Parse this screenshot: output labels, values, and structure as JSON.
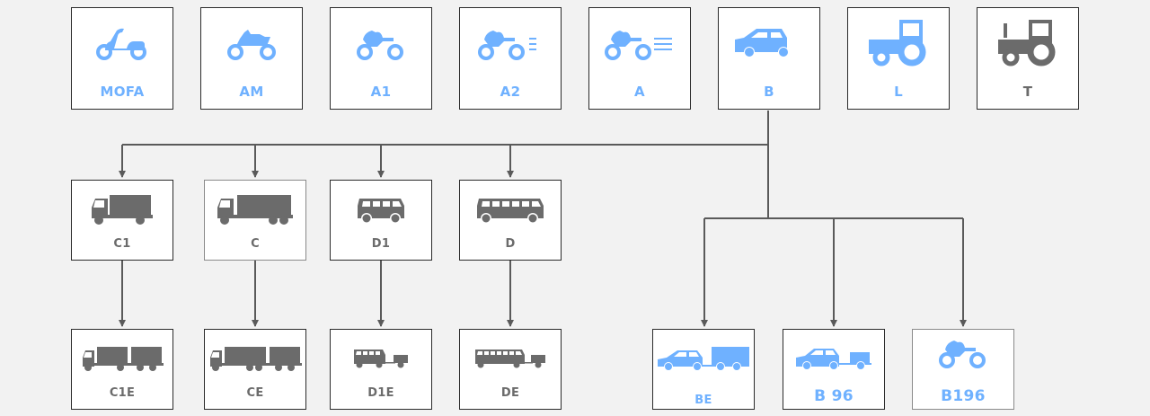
{
  "diagram": {
    "title": "Driving licence categories",
    "colors": {
      "blue": "#6fb1ff",
      "gray": "#6b6b6b",
      "line": "#5a5a5a",
      "background": "#f2f2f2"
    },
    "row1": [
      {
        "id": "mofa",
        "label": "MOFA",
        "icon": "moped-icon",
        "color": "blue"
      },
      {
        "id": "am",
        "label": "AM",
        "icon": "light-motorcycle-icon",
        "color": "blue"
      },
      {
        "id": "a1",
        "label": "A1",
        "icon": "motorcycle-icon",
        "color": "blue"
      },
      {
        "id": "a2",
        "label": "A2",
        "icon": "fast-motorcycle-icon",
        "color": "blue"
      },
      {
        "id": "a",
        "label": "A",
        "icon": "fastest-motorcycle-icon",
        "color": "blue"
      },
      {
        "id": "b",
        "label": "B",
        "icon": "car-icon",
        "color": "blue"
      },
      {
        "id": "l",
        "label": "L",
        "icon": "tractor-icon",
        "color": "blue"
      },
      {
        "id": "t",
        "label": "T",
        "icon": "tractor-icon",
        "color": "gray"
      }
    ],
    "row2": [
      {
        "id": "c1",
        "label": "C1",
        "icon": "small-truck-icon",
        "color": "gray"
      },
      {
        "id": "c",
        "label": "C",
        "icon": "truck-icon",
        "color": "gray"
      },
      {
        "id": "d1",
        "label": "D1",
        "icon": "minibus-icon",
        "color": "gray"
      },
      {
        "id": "d",
        "label": "D",
        "icon": "bus-icon",
        "color": "gray"
      }
    ],
    "row3": [
      {
        "id": "c1e",
        "label": "C1E",
        "icon": "truck-trailer-icon",
        "color": "gray"
      },
      {
        "id": "ce",
        "label": "CE",
        "icon": "truck-trailer-icon",
        "color": "gray"
      },
      {
        "id": "d1e",
        "label": "D1E",
        "icon": "minibus-trailer-icon",
        "color": "gray"
      },
      {
        "id": "de",
        "label": "DE",
        "icon": "bus-trailer-icon",
        "color": "gray"
      },
      {
        "id": "be",
        "label": "BE",
        "icon": "car-trailer-icon",
        "color": "blue"
      },
      {
        "id": "b96",
        "label": "B 96",
        "icon": "car-small-trailer-icon",
        "color": "blue"
      },
      {
        "id": "b196",
        "label": "B196",
        "icon": "motorcycle-icon",
        "color": "blue"
      }
    ],
    "edges": [
      [
        "b",
        "c1"
      ],
      [
        "b",
        "c"
      ],
      [
        "b",
        "d1"
      ],
      [
        "b",
        "d"
      ],
      [
        "b",
        "be"
      ],
      [
        "b",
        "b96"
      ],
      [
        "b",
        "b196"
      ],
      [
        "c1",
        "c1e"
      ],
      [
        "c",
        "ce"
      ],
      [
        "d1",
        "d1e"
      ],
      [
        "d",
        "de"
      ]
    ]
  }
}
